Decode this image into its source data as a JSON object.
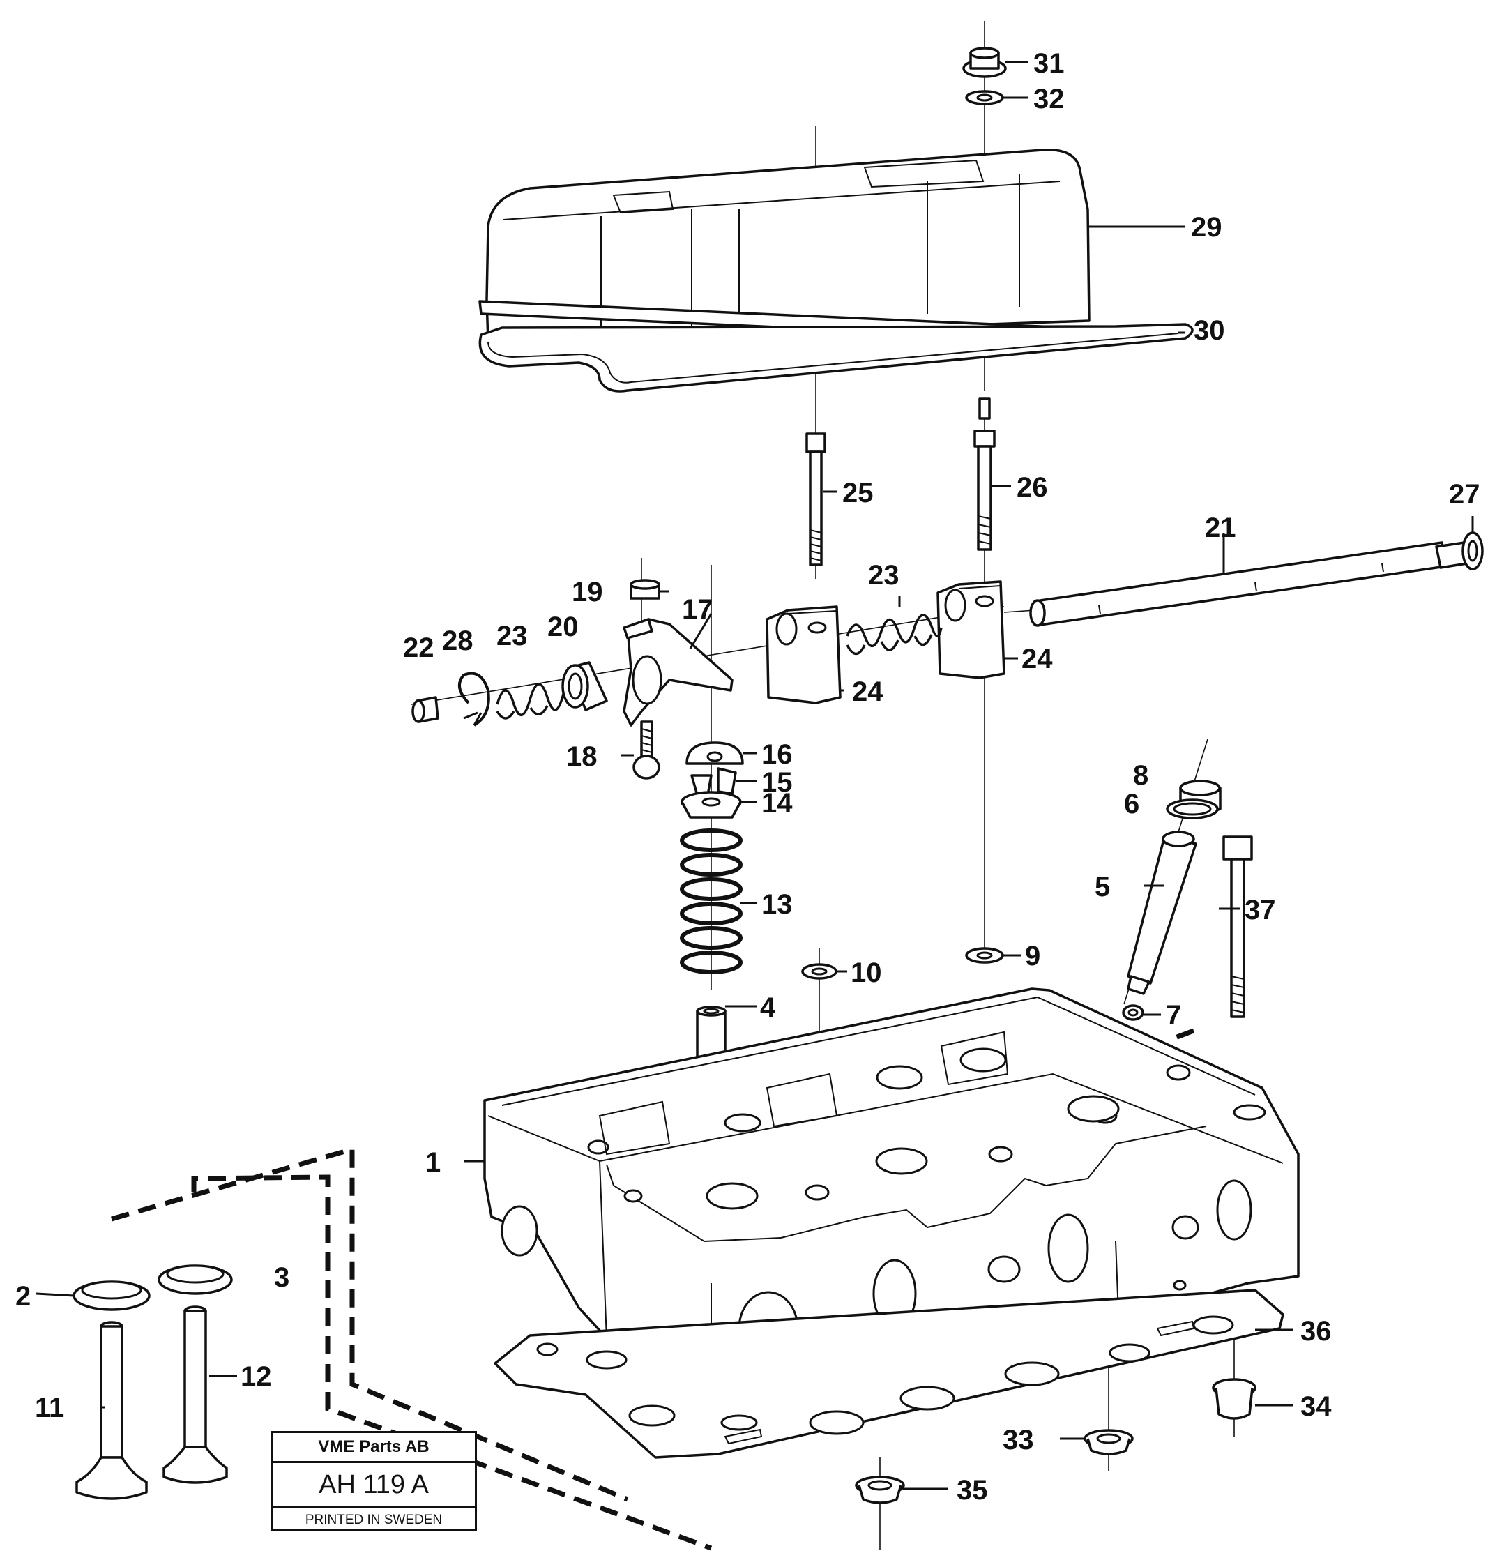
{
  "diagram": {
    "callouts": [
      {
        "id": "1",
        "label": "1"
      },
      {
        "id": "2",
        "label": "2"
      },
      {
        "id": "3",
        "label": "3"
      },
      {
        "id": "4",
        "label": "4"
      },
      {
        "id": "5",
        "label": "5"
      },
      {
        "id": "6",
        "label": "6"
      },
      {
        "id": "7",
        "label": "7"
      },
      {
        "id": "8",
        "label": "8"
      },
      {
        "id": "9",
        "label": "9"
      },
      {
        "id": "10",
        "label": "10"
      },
      {
        "id": "11",
        "label": "11"
      },
      {
        "id": "12",
        "label": "12"
      },
      {
        "id": "13",
        "label": "13"
      },
      {
        "id": "14",
        "label": "14"
      },
      {
        "id": "15",
        "label": "15"
      },
      {
        "id": "16",
        "label": "16"
      },
      {
        "id": "17",
        "label": "17"
      },
      {
        "id": "18",
        "label": "18"
      },
      {
        "id": "19",
        "label": "19"
      },
      {
        "id": "20",
        "label": "20"
      },
      {
        "id": "21",
        "label": "21"
      },
      {
        "id": "22",
        "label": "22"
      },
      {
        "id": "23a",
        "label": "23"
      },
      {
        "id": "23b",
        "label": "23"
      },
      {
        "id": "24a",
        "label": "24"
      },
      {
        "id": "24b",
        "label": "24"
      },
      {
        "id": "25",
        "label": "25"
      },
      {
        "id": "26",
        "label": "26"
      },
      {
        "id": "27",
        "label": "27"
      },
      {
        "id": "28",
        "label": "28"
      },
      {
        "id": "29",
        "label": "29"
      },
      {
        "id": "30",
        "label": "30"
      },
      {
        "id": "31",
        "label": "31"
      },
      {
        "id": "32",
        "label": "32"
      },
      {
        "id": "33",
        "label": "33"
      },
      {
        "id": "34",
        "label": "34"
      },
      {
        "id": "35",
        "label": "35"
      },
      {
        "id": "36",
        "label": "36"
      },
      {
        "id": "37",
        "label": "37"
      }
    ]
  },
  "title_block": {
    "company": "VME Parts AB",
    "drawing_number": "AH 119 A",
    "printed": "PRINTED IN SWEDEN"
  }
}
